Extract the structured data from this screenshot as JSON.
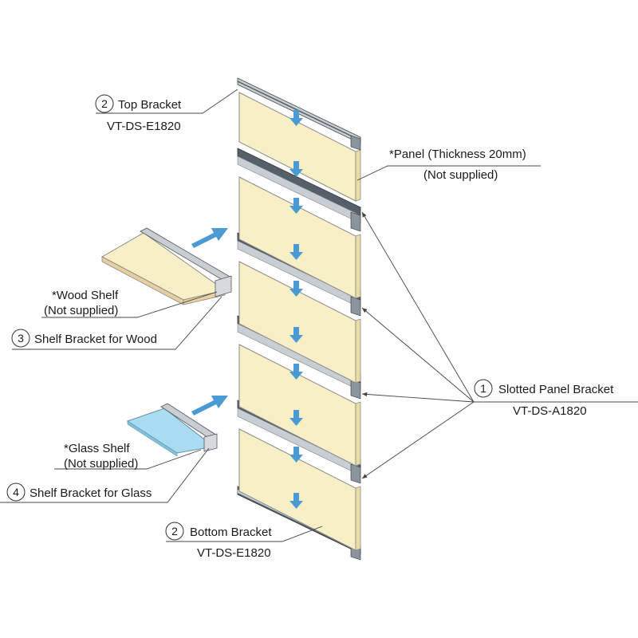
{
  "colors": {
    "panel": "#f7efc6",
    "panel_edge": "#8a8a8a",
    "bracket_dark": "#55606a",
    "bracket_light": "#c9ced4",
    "arrow": "#4a9ad4",
    "glass": "#a9dcf0",
    "wood_edge": "#e8cfa2"
  },
  "labels": {
    "top_bracket": {
      "number": "2",
      "name": "Top Bracket",
      "code": "VT-DS-E1820"
    },
    "panel": {
      "name": "*Panel (Thickness 20mm)",
      "note": "(Not supplied)"
    },
    "wood_shelf": {
      "name": "*Wood Shelf",
      "note": "(Not supplied)"
    },
    "shelf_bracket_wood": {
      "number": "3",
      "name": "Shelf Bracket for Wood"
    },
    "slotted_panel_bracket": {
      "number": "1",
      "name": "Slotted Panel Bracket",
      "code": "VT-DS-A1820"
    },
    "glass_shelf": {
      "name": "*Glass Shelf",
      "note": "(Not supplied)"
    },
    "shelf_bracket_glass": {
      "number": "4",
      "name": "Shelf Bracket for Glass"
    },
    "bottom_bracket": {
      "number": "2",
      "name": "Bottom Bracket",
      "code": "VT-DS-E1820"
    }
  }
}
